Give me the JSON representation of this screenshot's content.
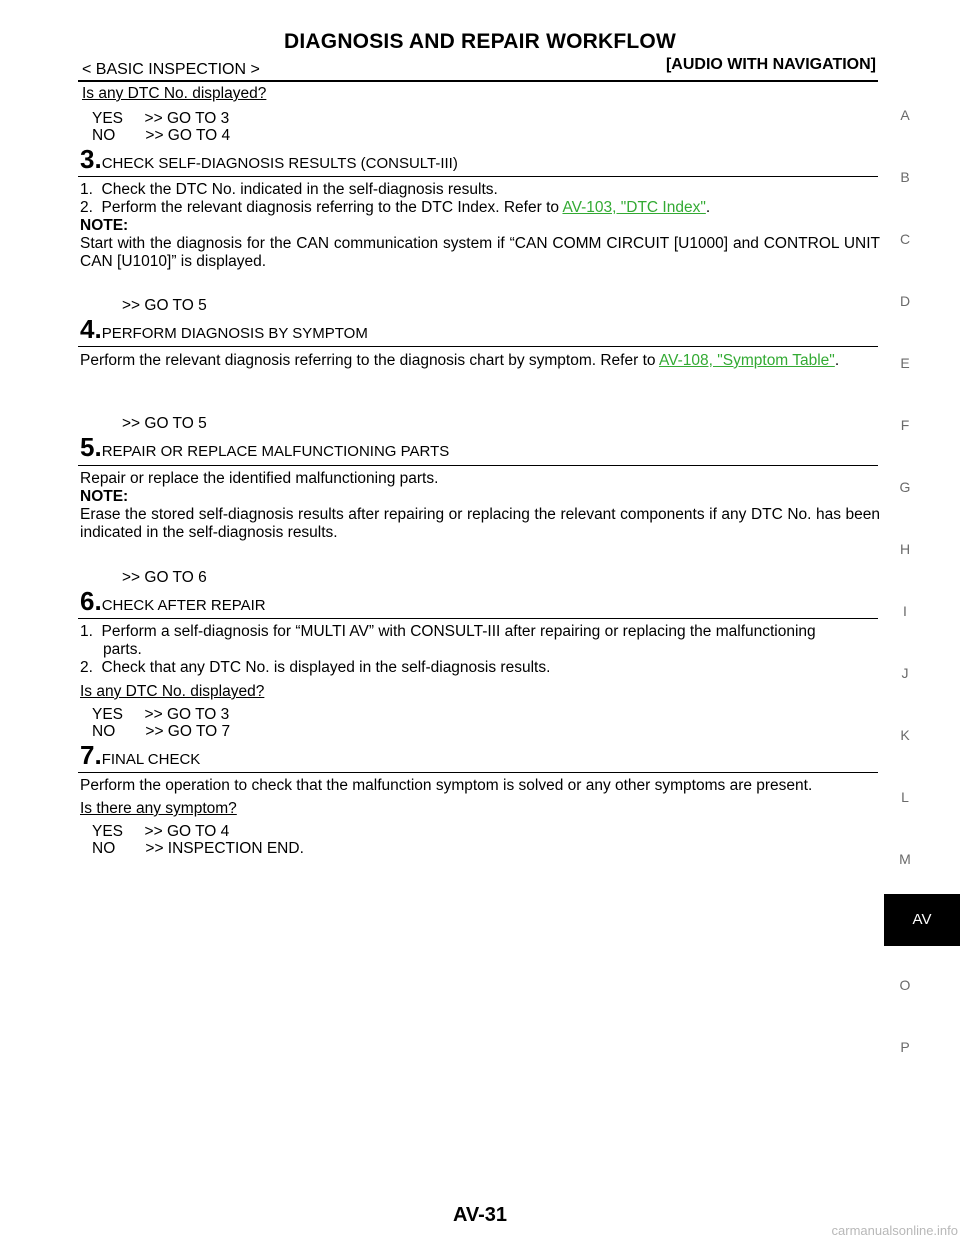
{
  "header": {
    "title": "DIAGNOSIS AND REPAIR WORKFLOW",
    "section": "< BASIC INSPECTION >",
    "subtitle": "[AUDIO WITH NAVIGATION]"
  },
  "top": {
    "question": "Is any DTC No. displayed?",
    "yes": "YES     >> GO TO 3",
    "no": "NO       >> GO TO 4"
  },
  "step3": {
    "num": "3.",
    "title": "CHECK SELF-DIAGNOSIS RESULTS (CONSULT-III)",
    "line1": "1.  Check the DTC No. indicated in the self-diagnosis results.",
    "line2_pre": "2.  Perform the relevant diagnosis referring to the DTC Index. Refer to ",
    "line2_link": "AV-103, \"DTC Index\"",
    "line2_post": ".",
    "note_label": "NOTE:",
    "note_text": "Start with the diagnosis for the CAN communication system if “CAN COMM CIRCUIT [U1000] and CONTROL UNIT CAN [U1010]” is displayed.",
    "goto": ">> GO TO 5"
  },
  "step4": {
    "num": "4.",
    "title": "PERFORM DIAGNOSIS BY SYMPTOM",
    "text_pre": "Perform the relevant diagnosis referring to the diagnosis chart by symptom. Refer to ",
    "text_link": "AV-108, \"Symptom Table\"",
    "text_post": ".",
    "goto": ">> GO TO 5"
  },
  "step5": {
    "num": "5.",
    "title": "REPAIR OR REPLACE MALFUNCTIONING PARTS",
    "text": "Repair or replace the identified malfunctioning parts.",
    "note_label": "NOTE:",
    "note_text": "Erase the stored self-diagnosis results after repairing or replacing the relevant components if any DTC No. has been indicated in the self-diagnosis results.",
    "goto": ">> GO TO 6"
  },
  "step6": {
    "num": "6.",
    "title": "CHECK AFTER REPAIR",
    "line1": "1.  Perform a self-diagnosis for “MULTI AV” with CONSULT-III after repairing or replacing the malfunctioning",
    "line1b": "parts.",
    "line2": "2.  Check that any DTC No. is displayed in the self-diagnosis results.",
    "question": "Is any DTC No. displayed?",
    "yes": "YES     >> GO TO 3",
    "no": "NO       >> GO TO 7"
  },
  "step7": {
    "num": "7.",
    "title": "FINAL CHECK",
    "text": "Perform the operation to check that the malfunction symptom is solved or any other symptoms are present.",
    "question": "Is there any symptom?",
    "yes": "YES     >> GO TO 4",
    "no": "NO       >> INSPECTION END."
  },
  "sidebar": {
    "letters": [
      "A",
      "B",
      "C",
      "D",
      "E",
      "F",
      "G",
      "H",
      "I",
      "J",
      "K",
      "L",
      "M",
      "O",
      "P"
    ],
    "active_tab": "AV"
  },
  "footer": {
    "page": "AV-31",
    "watermark": "carmanualsonline.info"
  }
}
